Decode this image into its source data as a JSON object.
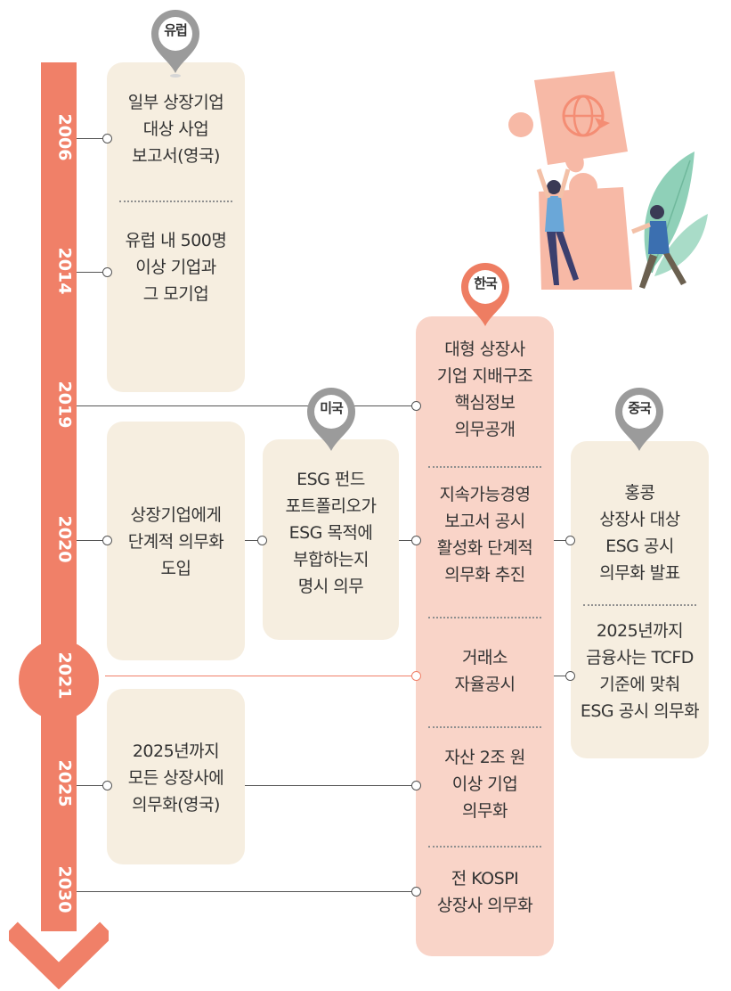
{
  "timeline": {
    "years": [
      "2006",
      "2014",
      "2019",
      "2020",
      "2021",
      "2025",
      "2030"
    ]
  },
  "regions": {
    "europe": "유럽",
    "usa": "미국",
    "korea": "한국",
    "china": "중국"
  },
  "europe": {
    "items": [
      "일부 상장기업\n대상 사업\n보고서(영국)",
      "유럽 내 500명\n이상 기업과\n그 모기업",
      "상장기업에게\n단계적 의무화\n도입",
      "2025년까지\n모든 상장사에\n의무화(영국)"
    ]
  },
  "usa": {
    "items": [
      "ESG 펀드\n포트폴리오가\nESG 목적에\n부합하는지\n명시 의무"
    ]
  },
  "korea": {
    "items": [
      "대형 상장사\n기업 지배구조\n핵심정보\n의무공개",
      "지속가능경영\n보고서 공시\n활성화 단계적\n의무화 추진",
      "거래소\n자율공시",
      "자산 2조 원\n이상 기업\n의무화",
      "전 KOSPI\n상장사 의무화"
    ]
  },
  "china": {
    "items": [
      "홍콩\n상장사 대상\nESG 공시\n의무화 발표",
      "2025년까지\n금융사는 TCFD\n기준에 맞춰\nESG 공시 의무화"
    ]
  },
  "colors": {
    "timeline": "#f08068",
    "beige_card": "#f6eee0",
    "pink_card": "#f9d4c8",
    "pin_europe": "#9b9b9b",
    "pin_korea": "#ee7d62"
  }
}
